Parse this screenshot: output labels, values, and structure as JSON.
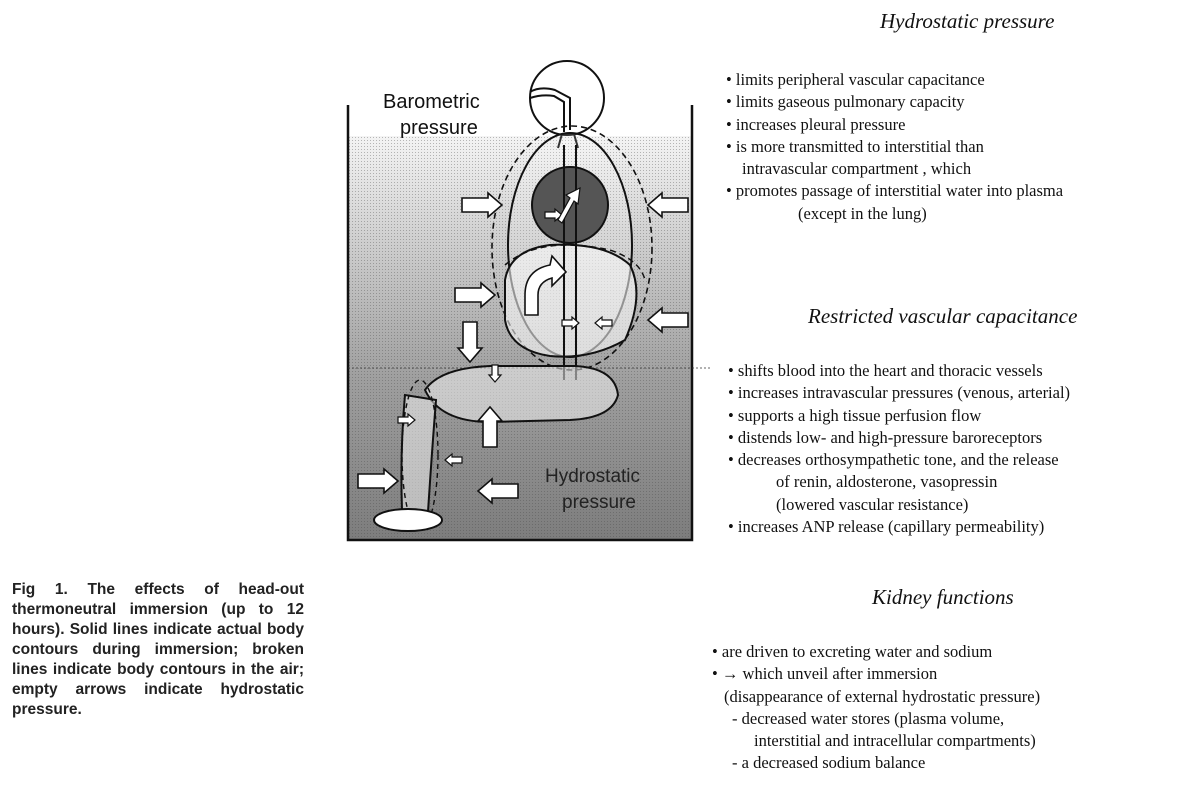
{
  "figure": {
    "label_barometric_line1": "Barometric",
    "label_barometric_line2": "pressure",
    "label_hydrostatic_line1": "Hydrostatic",
    "label_hydrostatic_line2": "pressure"
  },
  "caption": "Fig 1. The effects of head-out thermoneutral immersion (up to 12 hours). Solid lines indicate actual body contours during immersion; broken lines indicate body contours in the air; empty arrows indicate hydrostatic pressure.",
  "sections": {
    "hydrostatic": {
      "title": "Hydrostatic pressure",
      "items": [
        "• limits peripheral vascular capacitance",
        "• limits gaseous pulmonary capacity",
        "• increases pleural pressure",
        "• is more transmitted to interstitial than",
        "intravascular compartment , which",
        "• promotes passage of interstitial water into  plasma",
        "(except in the lung)"
      ]
    },
    "restricted": {
      "title": "Restricted vascular capacitance",
      "items": [
        "• shifts blood into the heart and thoracic vessels",
        "• increases intravascular pressures (venous, arterial)",
        "• supports a high tissue perfusion flow",
        "• distends low- and high-pressure baroreceptors",
        "• decreases orthosympathetic tone, and the release",
        "of renin, aldosterone, vasopressin",
        "(lowered vascular resistance)",
        "• increases ANP release (capillary permeability)"
      ]
    },
    "kidney": {
      "title": "Kidney functions",
      "items": [
        "• are driven to excreting water  and sodium",
        "• → which unveil  after immersion",
        "(disappearance of external hydrostatic pressure)",
        "- decreased water stores (plasma volume,",
        "interstitial and intracellular compartments)",
        "- a decreased sodium balance"
      ]
    }
  }
}
